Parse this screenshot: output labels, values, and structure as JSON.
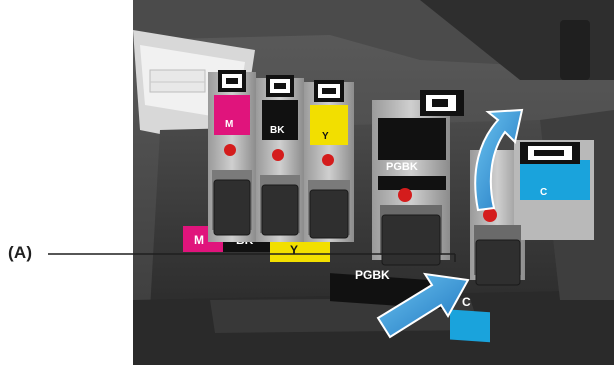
{
  "callout": {
    "label": "(A)"
  },
  "cartridges": [
    {
      "label": "M",
      "color": "#e0147c"
    },
    {
      "label": "BK",
      "color": "#111111"
    },
    {
      "label": "Y",
      "color": "#f2df00"
    },
    {
      "label": "PGBK",
      "color": "#111111"
    },
    {
      "label": "C",
      "color": "#1aa3dc"
    }
  ],
  "slot_labels": [
    {
      "label": "M",
      "color": "#e0147c"
    },
    {
      "label": "BK",
      "color": "#111111"
    },
    {
      "label": "Y",
      "color": "#f2df00"
    },
    {
      "label": "PGBK",
      "color": "#111111"
    },
    {
      "label": "C",
      "color": "#1aa3dc"
    }
  ],
  "arrows": {
    "color": "#2a8fd6",
    "lift": "arrow-curved-up-icon",
    "push": "arrow-diagonal-push-icon"
  }
}
